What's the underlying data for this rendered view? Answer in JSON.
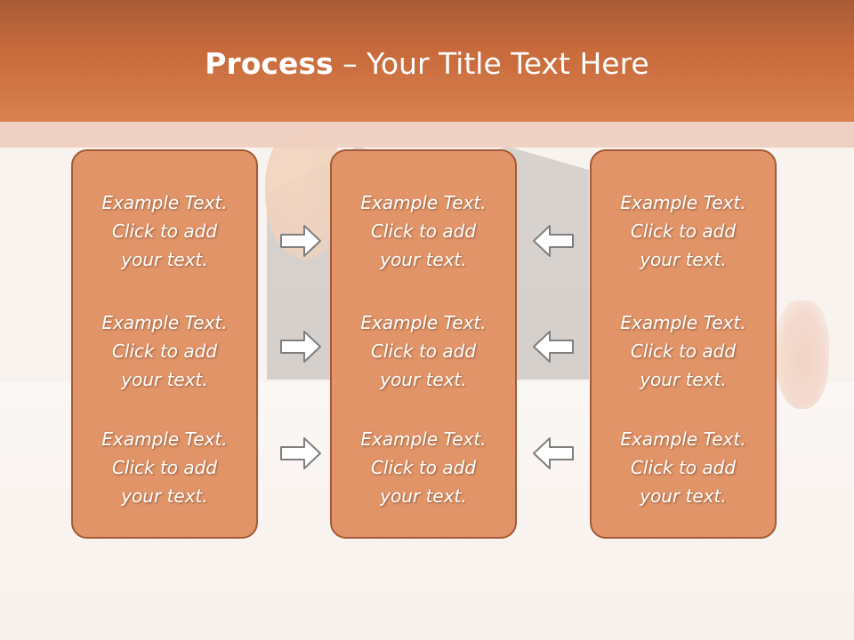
{
  "title": {
    "bold": "Process",
    "rest": " – Your Title Text Here"
  },
  "columns": [
    {
      "items": [
        [
          "Example Text.",
          "Click  to add",
          "your text."
        ],
        [
          "Example Text.",
          "Click  to add",
          "your text."
        ],
        [
          "Example Text.",
          "Click  to add",
          "your text."
        ]
      ]
    },
    {
      "items": [
        [
          "Example Text.",
          "Click  to add",
          "your text."
        ],
        [
          "Example Text.",
          "Click  to add",
          "your text."
        ],
        [
          "Example Text.",
          "Click  to add",
          "your text."
        ]
      ]
    },
    {
      "items": [
        [
          "Example Text.",
          "Click  to add",
          "your text."
        ],
        [
          "Example Text.",
          "Click  to add",
          "your text."
        ],
        [
          "Example Text.",
          "Click  to add",
          "your text."
        ]
      ]
    }
  ],
  "arrows": {
    "left_side": "right-arrow-icon",
    "right_side": "left-arrow-icon"
  },
  "colors": {
    "header": "#d27a48",
    "box": "#e09468",
    "box_border": "#a45a39",
    "arrow_fill": "#ffffff",
    "arrow_stroke": "#7f7f7f"
  }
}
